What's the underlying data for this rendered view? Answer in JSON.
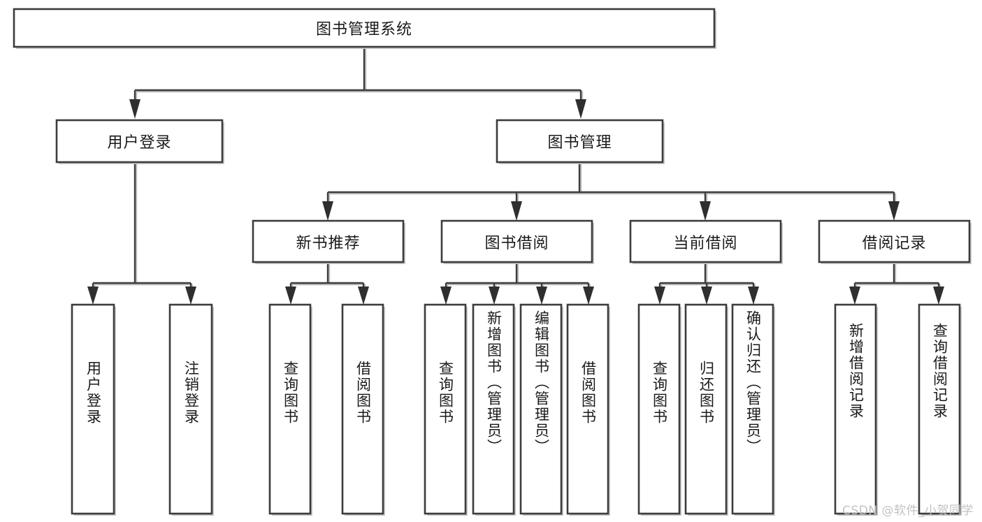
{
  "diagram": {
    "kind": "tree-hierarchy-chart",
    "title": "图书管理系统",
    "background_color": "#ffffff",
    "node_fill": "#ffffff",
    "node_stroke": "#3c3c3c",
    "connector_color": "#3c3c3c",
    "text_color": "#1a1a1a"
  },
  "nodes": {
    "root": {
      "label": "图书管理系统",
      "orientation": "horizontal"
    },
    "level2": [
      {
        "id": "user-login",
        "label": "用户登录",
        "orientation": "horizontal"
      },
      {
        "id": "book-manage",
        "label": "图书管理",
        "orientation": "horizontal"
      }
    ],
    "level3": [
      {
        "id": "new-book-rec",
        "label": "新书推荐",
        "orientation": "horizontal"
      },
      {
        "id": "book-borrow",
        "label": "图书借阅",
        "orientation": "horizontal"
      },
      {
        "id": "current-borrow",
        "label": "当前借阅",
        "orientation": "horizontal"
      },
      {
        "id": "borrow-record",
        "label": "借阅记录",
        "orientation": "horizontal"
      }
    ],
    "leaves": [
      {
        "id": "leaf-user-login",
        "label": "用户登录",
        "parent": "user-login",
        "orientation": "vertical"
      },
      {
        "id": "leaf-logout-login",
        "label": "注销登录",
        "parent": "user-login",
        "orientation": "vertical"
      },
      {
        "id": "leaf-query-book-1",
        "label": "查询图书",
        "parent": "new-book-rec",
        "orientation": "vertical"
      },
      {
        "id": "leaf-borrow-book-1",
        "label": "借阅图书",
        "parent": "new-book-rec",
        "orientation": "vertical"
      },
      {
        "id": "leaf-query-book-2",
        "label": "查询图书",
        "parent": "book-borrow",
        "orientation": "vertical"
      },
      {
        "id": "leaf-add-book",
        "label": "新增图书（管理员）",
        "parent": "book-borrow",
        "orientation": "vertical"
      },
      {
        "id": "leaf-edit-book",
        "label": "编辑图书（管理员）",
        "parent": "book-borrow",
        "orientation": "vertical"
      },
      {
        "id": "leaf-borrow-book-2",
        "label": "借阅图书",
        "parent": "book-borrow",
        "orientation": "vertical"
      },
      {
        "id": "leaf-query-book-3",
        "label": "查询图书",
        "parent": "current-borrow",
        "orientation": "vertical"
      },
      {
        "id": "leaf-return-book",
        "label": "归还图书",
        "parent": "current-borrow",
        "orientation": "vertical"
      },
      {
        "id": "leaf-confirm-return",
        "label": "确认归还（管理员）",
        "parent": "current-borrow",
        "orientation": "vertical"
      },
      {
        "id": "leaf-add-record",
        "label": "新增借阅记录",
        "parent": "borrow-record",
        "orientation": "vertical"
      },
      {
        "id": "leaf-query-record",
        "label": "查询借阅记录",
        "parent": "borrow-record",
        "orientation": "vertical"
      }
    ]
  },
  "watermark": {
    "text": "CSDN @软件_小贺同学",
    "color": "#c2c2c2"
  }
}
